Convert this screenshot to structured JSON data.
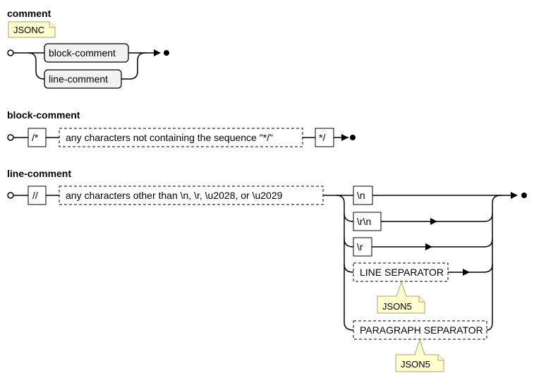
{
  "rules": {
    "comment": {
      "title": "comment",
      "note": "JSONC",
      "choices": [
        "block-comment",
        "line-comment"
      ]
    },
    "block_comment": {
      "title": "block-comment",
      "open": "/*",
      "body": "any characters not containing the sequence \"*/\"",
      "close": "*/"
    },
    "line_comment": {
      "title": "line-comment",
      "open": "//",
      "body": "any characters other than \\n, \\r, \\u2028, or \\u2029",
      "terminators": [
        "\\n",
        "\\r\\n",
        "\\r",
        "LINE SEPARATOR",
        "PARAGRAPH SEPARATOR"
      ],
      "notes": [
        "JSON5",
        "JSON5"
      ]
    }
  }
}
